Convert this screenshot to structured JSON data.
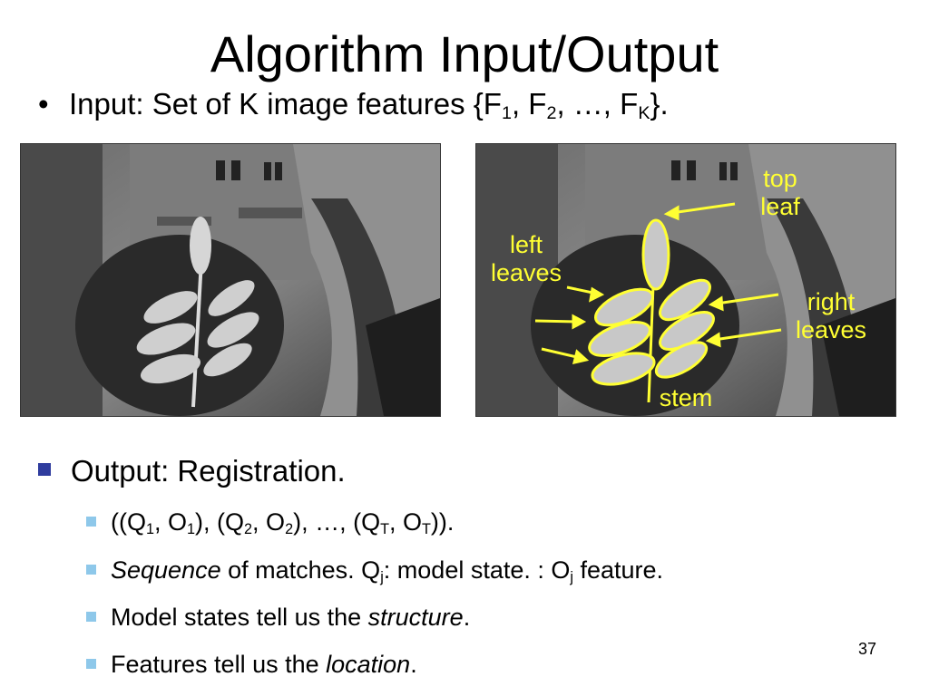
{
  "slide": {
    "title": "Algorithm Input/Output",
    "input_bullet": {
      "label": "Input: Set of K image features {F",
      "s1": "1",
      "m1": ", F",
      "s2": "2",
      "m2": ", …, F",
      "s3": "K",
      "end": "}."
    },
    "annotations": {
      "top_leaf": [
        "top",
        "leaf"
      ],
      "left_leaves": [
        "left",
        "leaves"
      ],
      "right_leaves": [
        "right",
        "leaves"
      ],
      "stem": "stem"
    },
    "output_bullet": "Output: Registration.",
    "sub_bullets": {
      "matches": {
        "a": "((Q",
        "s1": "1",
        "b": ", O",
        "s2": "1",
        "c": "), (Q",
        "s3": "2",
        "d": ", O",
        "s4": "2",
        "e": "), …, (Q",
        "s5": "T",
        "f": ", O",
        "s6": "T",
        "g": "))."
      },
      "sequence": {
        "em": "Sequence",
        "a": " of matches. Q",
        "s1": "j",
        "b": ": model state. : O",
        "s2": "j",
        "c": " feature."
      },
      "structure": {
        "a": "Model states tell us the ",
        "em": "structure",
        "b": "."
      },
      "location": {
        "a": "Features tell us the ",
        "em": "location",
        "b": "."
      }
    },
    "page_number": "37",
    "colors": {
      "annotation": "#ffff33",
      "bullet_main": "#2f3c9e",
      "bullet_sub": "#8ec8ea"
    }
  }
}
